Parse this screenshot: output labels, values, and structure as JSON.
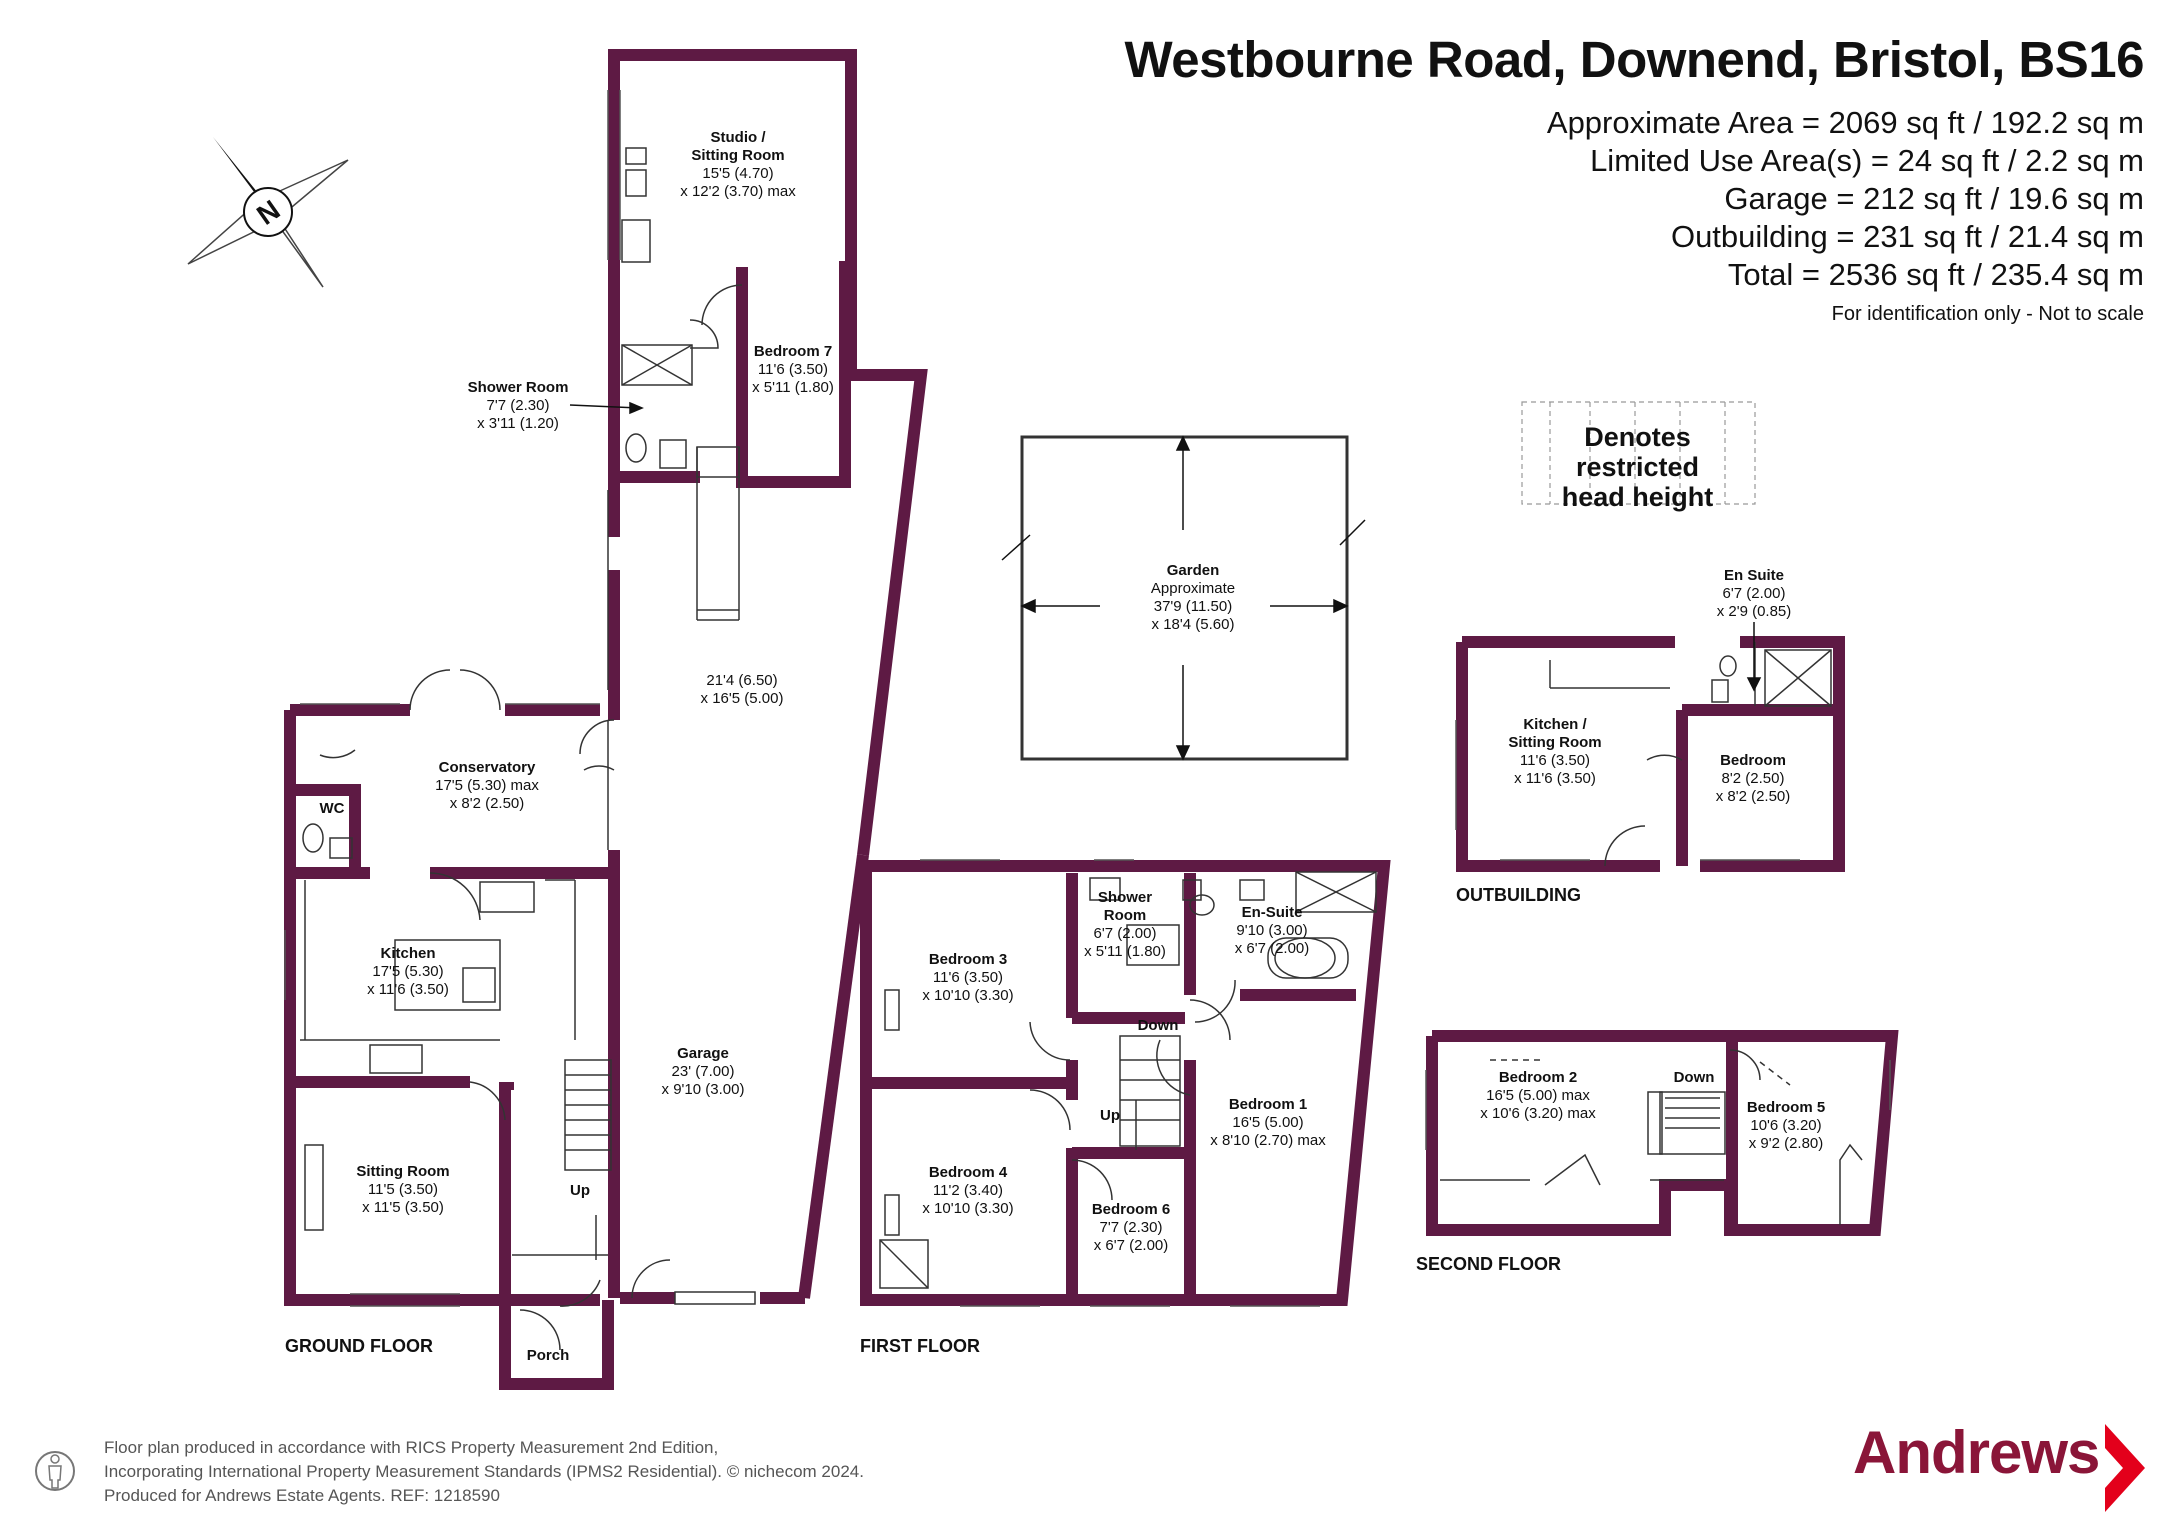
{
  "header": {
    "title": "Westbourne Road, Downend, Bristol, BS16",
    "areas": [
      "Approximate Area = 2069 sq ft / 192.2 sq m",
      "Limited Use Area(s) = 24 sq ft / 2.2 sq m",
      "Garage = 212 sq ft / 19.6 sq m",
      "Outbuilding = 231 sq ft / 21.4 sq m",
      "Total = 2536 sq ft / 235.4 sq m"
    ],
    "note": "For identification only - Not to scale"
  },
  "legend": {
    "line1": "Denotes restricted",
    "line2": "head height"
  },
  "compass": {
    "label": "N"
  },
  "floors": {
    "ground": "GROUND FLOOR",
    "first": "FIRST FLOOR",
    "second": "SECOND FLOOR",
    "outbuilding": "OUTBUILDING"
  },
  "rooms": {
    "studio": {
      "name": [
        "Studio /",
        "Sitting Room"
      ],
      "dims": [
        "15'5 (4.70)",
        "x 12'2 (3.70) max"
      ]
    },
    "bedroom7": {
      "name": [
        "Bedroom 7"
      ],
      "dims": [
        "11'6 (3.50)",
        "x 5'11 (1.80)"
      ]
    },
    "shower_ground": {
      "name": [
        "Shower Room"
      ],
      "dims": [
        "7'7 (2.30)",
        "x 3'11 (1.20)"
      ]
    },
    "yard": {
      "name": [],
      "dims": [
        "21'4 (6.50)",
        "x 16'5 (5.00)"
      ]
    },
    "conservatory": {
      "name": [
        "Conservatory"
      ],
      "dims": [
        "17'5 (5.30) max",
        "x 8'2 (2.50)"
      ]
    },
    "wc": {
      "name": [
        "WC"
      ],
      "dims": []
    },
    "kitchen": {
      "name": [
        "Kitchen"
      ],
      "dims": [
        "17'5 (5.30)",
        "x 11'6 (3.50)"
      ]
    },
    "sitting": {
      "name": [
        "Sitting Room"
      ],
      "dims": [
        "11'5 (3.50)",
        "x 11'5 (3.50)"
      ]
    },
    "garage": {
      "name": [
        "Garage"
      ],
      "dims": [
        "23' (7.00)",
        "x 9'10 (3.00)"
      ]
    },
    "porch": {
      "name": [
        "Porch"
      ],
      "dims": []
    },
    "garden": {
      "name": [
        "Garden"
      ],
      "dims": [
        "Approximate",
        "37'9 (11.50)",
        "x 18'4 (5.60)"
      ]
    },
    "bedroom3": {
      "name": [
        "Bedroom 3"
      ],
      "dims": [
        "11'6 (3.50)",
        "x 10'10 (3.30)"
      ]
    },
    "shower_first": {
      "name": [
        "Shower",
        "Room"
      ],
      "dims": [
        "6'7 (2.00)",
        "x 5'11 (1.80)"
      ]
    },
    "ensuite": {
      "name": [
        "En-Suite"
      ],
      "dims": [
        "9'10 (3.00)",
        "x 6'7 (2.00)"
      ]
    },
    "bedroom1": {
      "name": [
        "Bedroom 1"
      ],
      "dims": [
        "16'5 (5.00)",
        "x 8'10 (2.70) max"
      ]
    },
    "bedroom4": {
      "name": [
        "Bedroom 4"
      ],
      "dims": [
        "11'2 (3.40)",
        "x 10'10 (3.30)"
      ]
    },
    "bedroom6": {
      "name": [
        "Bedroom 6"
      ],
      "dims": [
        "7'7 (2.30)",
        "x 6'7 (2.00)"
      ]
    },
    "bedroom2": {
      "name": [
        "Bedroom 2"
      ],
      "dims": [
        "16'5 (5.00) max",
        "x 10'6 (3.20) max"
      ]
    },
    "bedroom5": {
      "name": [
        "Bedroom 5"
      ],
      "dims": [
        "10'6 (3.20)",
        "x 9'2 (2.80)"
      ]
    },
    "out_kitchen": {
      "name": [
        "Kitchen /",
        "Sitting Room"
      ],
      "dims": [
        "11'6 (3.50)",
        "x 11'6 (3.50)"
      ]
    },
    "out_bedroom": {
      "name": [
        "Bedroom"
      ],
      "dims": [
        "8'2 (2.50)",
        "x 8'2 (2.50)"
      ]
    },
    "out_ensuite": {
      "name": [
        "En Suite"
      ],
      "dims": [
        "6'7 (2.00)",
        "x 2'9 (0.85)"
      ]
    }
  },
  "stairs": {
    "up_ground": "Up",
    "up_first": "Up",
    "down_first": "Down",
    "down_second": "Down"
  },
  "footer": {
    "lines": [
      "Floor plan produced in accordance with RICS Property Measurement 2nd Edition,",
      "Incorporating International Property Measurement Standards (IPMS2 Residential).   © nichecom 2024.",
      "Produced for Andrews Estate Agents.   REF: 1218590"
    ]
  },
  "brand": {
    "name": "Andrews"
  },
  "colors": {
    "wall": "#5e1a44",
    "accent": "#8a1538",
    "red": "#e3001b"
  }
}
